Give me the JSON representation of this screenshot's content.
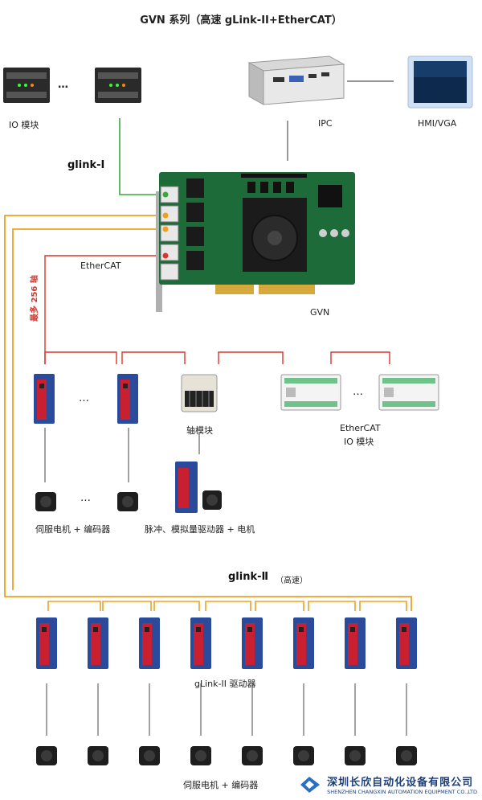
{
  "title": "GVN 系列（高速 gLink-II+EtherCAT）",
  "labels": {
    "io_module": "IO 模块",
    "ipc": "IPC",
    "hmi": "HMI/VGA",
    "glink1": "glink-Ⅰ",
    "ethercat": "EtherCAT",
    "gvn": "GVN",
    "max_axes": "最多 256 轴",
    "axis_module": "轴模块",
    "ethercat_io_line1": "EtherCAT",
    "ethercat_io_line2": "IO 模块",
    "servo_encoder": "伺服电机 + 编码器",
    "pulse_analog": "脉冲、模拟量驱动器 + 电机",
    "glink2": "glink-Ⅱ",
    "glink2_speed": "（高速）",
    "glink2_drive": "gLink-II 驱动器",
    "servo_encoder_bottom": "伺服电机 + 编码器",
    "ellipsis": "…"
  },
  "watermark": {
    "cn": "深圳长欣自动化设备有限公司",
    "en": "SHENZHEN CHANGXIN AUTOMATION EQUIPMENT CO.,LTD"
  },
  "colors": {
    "orange": "#f0a020",
    "red": "#d9352c",
    "green": "#3aa83a",
    "pcb": "#1e6b3a",
    "drive_blue": "#2a4b9b",
    "drive_red": "#c82030"
  }
}
